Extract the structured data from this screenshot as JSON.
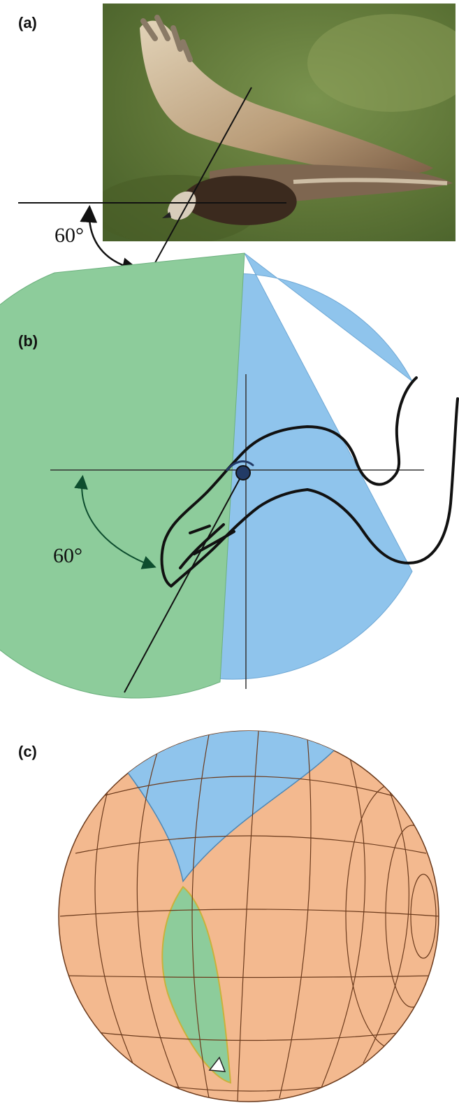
{
  "panels": {
    "a": {
      "label": "(a)",
      "angle_label": "60°"
    },
    "b": {
      "label": "(b)",
      "angle_label": "60°"
    },
    "c": {
      "label": "(c)"
    }
  },
  "colors": {
    "blind_blue": "#8fc4ec",
    "binocular_green": "#8dcc9b",
    "sphere_orange": "#f3b98f",
    "grid_brown": "#6b3a1c",
    "line_black": "#111111",
    "arrow_green": "#0d4d2e",
    "photo_bg": "#5f7a3a"
  }
}
